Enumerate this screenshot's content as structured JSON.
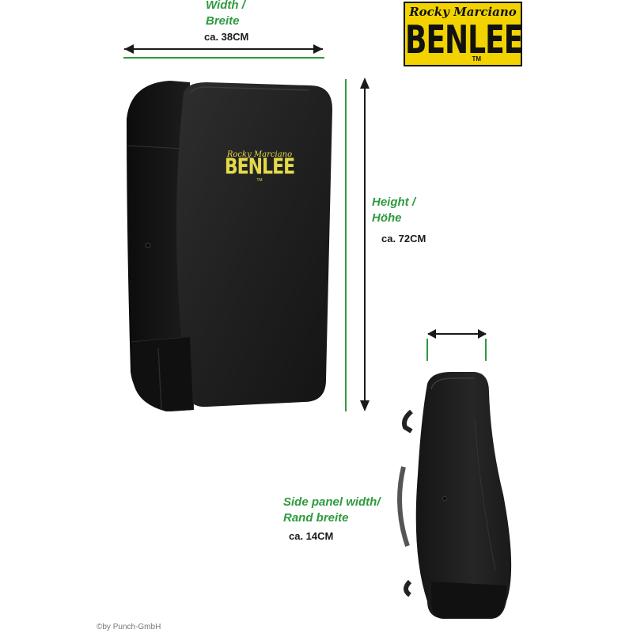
{
  "width": {
    "label_line1": "Width /",
    "label_line2": "Breite",
    "value": "ca. 38CM"
  },
  "height": {
    "label_line1": "Height /",
    "label_line2": "Höhe",
    "value": "ca. 72CM"
  },
  "side": {
    "label_line1": "Side panel width/",
    "label_line2": "Rand breite",
    "value": "ca. 14CM"
  },
  "brand": {
    "script": "Rocky Marciano",
    "name": "BENLEE",
    "tm": "TM",
    "box_color": "#f2d300"
  },
  "pad_logo": {
    "script": "Rocky Marciano",
    "name": "BENLEE",
    "tm": "TM",
    "color": "#e3d94a"
  },
  "copyright": "©by Punch-GmbH",
  "colors": {
    "accent_green": "#2e9a3e",
    "pad_black": "#1c1c1c"
  }
}
